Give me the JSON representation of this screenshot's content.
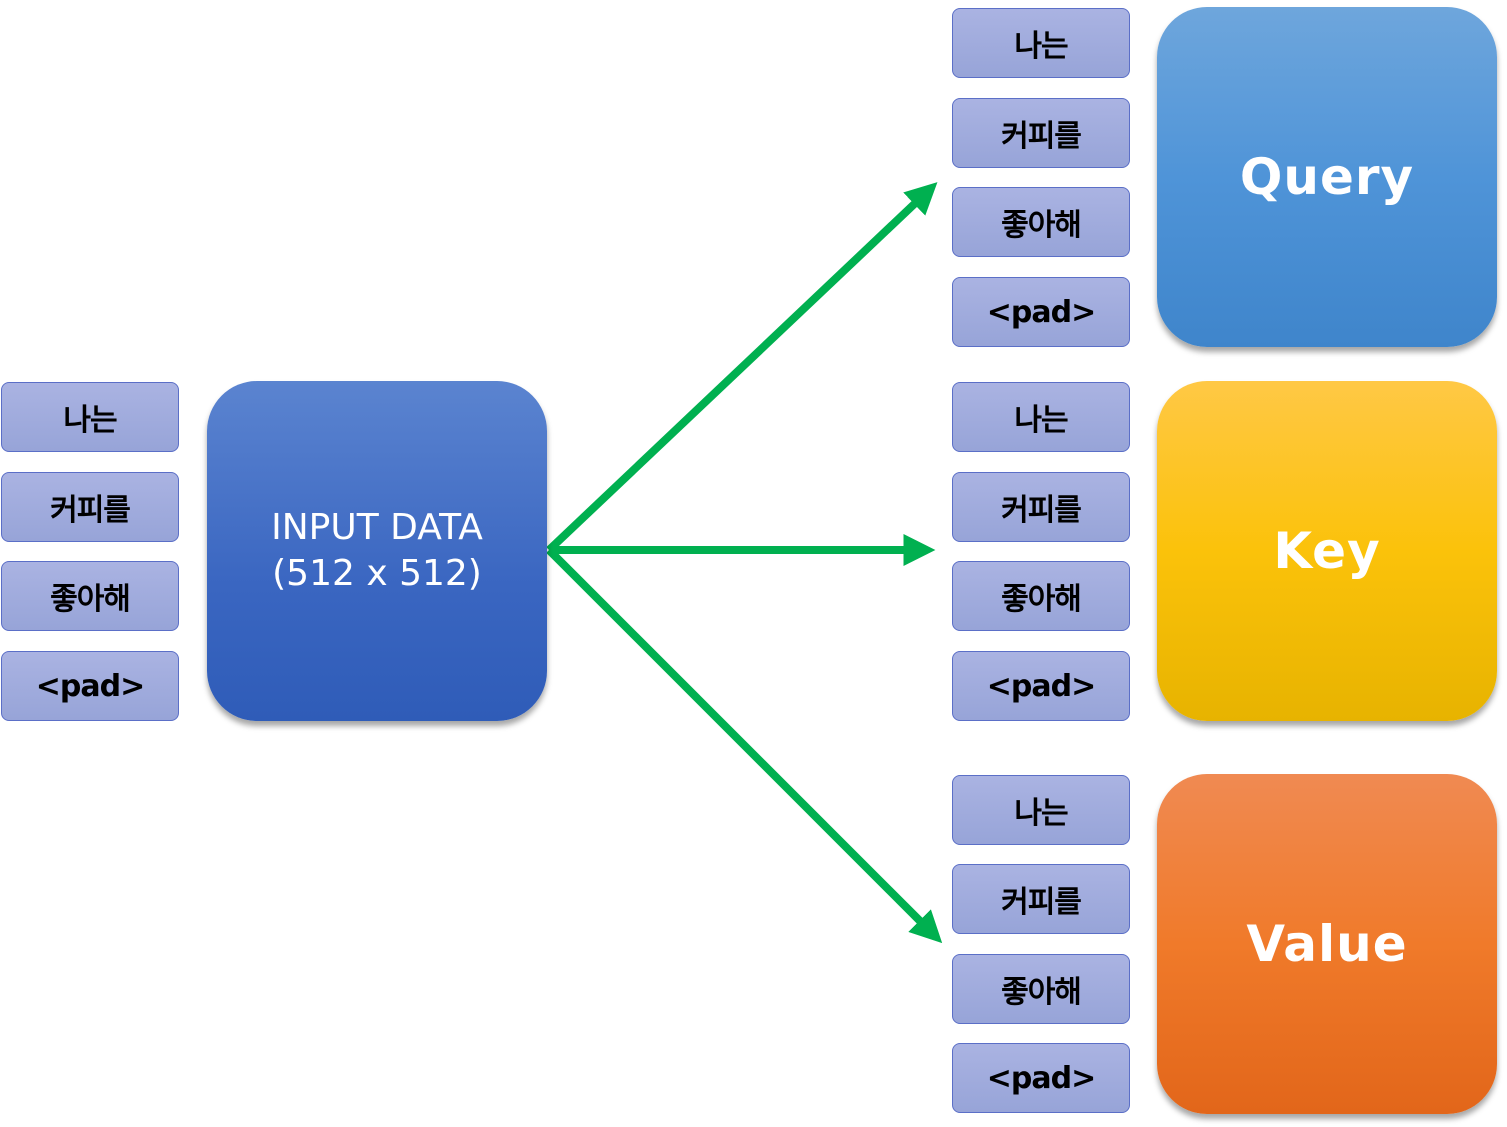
{
  "input_tokens": [
    "나는",
    "커피를",
    "좋아해",
    "<pad>"
  ],
  "input_box": {
    "line1": "INPUT DATA",
    "line2": "(512 x 512)"
  },
  "query": {
    "label": "Query",
    "tokens": [
      "나는",
      "커피를",
      "좋아해",
      "<pad>"
    ]
  },
  "key": {
    "label": "Key",
    "tokens": [
      "나는",
      "커피를",
      "좋아해",
      "<pad>"
    ]
  },
  "value": {
    "label": "Value",
    "tokens": [
      "나는",
      "커피를",
      "좋아해",
      "<pad>"
    ]
  },
  "colors": {
    "arrow": "#00b050",
    "token_fill": "#9aa6da",
    "input_box": "#3f6ac3",
    "query_box": "#5195d8",
    "key_box": "#f8c20a",
    "value_box": "#ef7a2b"
  }
}
